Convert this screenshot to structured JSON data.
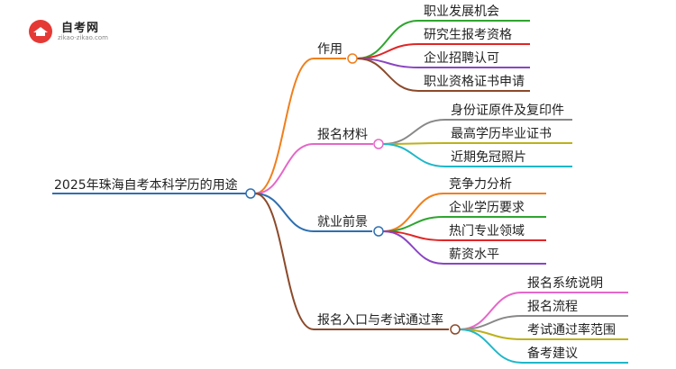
{
  "logo": {
    "name": "自考网",
    "domain": "zikao-zikao.com"
  },
  "root": {
    "label": "2025年珠海自考本科学历的用途"
  },
  "branches": [
    {
      "label": "作用",
      "color": "#f07f1c",
      "children": [
        {
          "label": "职业发展机会",
          "color": "#2fa52f"
        },
        {
          "label": "研究生报考资格",
          "color": "#e02626"
        },
        {
          "label": "企业招聘认可",
          "color": "#8a45c2"
        },
        {
          "label": "职业资格证书申请",
          "color": "#8b4a2b"
        }
      ]
    },
    {
      "label": "报名材料",
      "color": "#e567c8",
      "children": [
        {
          "label": "身份证原件及复印件",
          "color": "#888888"
        },
        {
          "label": "最高学历毕业证书",
          "color": "#bdb11c"
        },
        {
          "label": "近期免冠照片",
          "color": "#1fb7c8"
        }
      ]
    },
    {
      "label": "就业前景",
      "color": "#2f6fb0",
      "children": [
        {
          "label": "竞争力分析",
          "color": "#f07f1c"
        },
        {
          "label": "企业学历要求",
          "color": "#2fa52f"
        },
        {
          "label": "热门专业领域",
          "color": "#e02626"
        },
        {
          "label": "薪资水平",
          "color": "#8a45c2"
        }
      ]
    },
    {
      "label": "报名入口与考试通过率",
      "color": "#8b4a2b",
      "children": [
        {
          "label": "报名系统说明",
          "color": "#e567c8"
        },
        {
          "label": "报名流程",
          "color": "#888888"
        },
        {
          "label": "考试通过率范围",
          "color": "#bdb11c"
        },
        {
          "label": "备考建议",
          "color": "#1fb7c8"
        }
      ]
    }
  ]
}
